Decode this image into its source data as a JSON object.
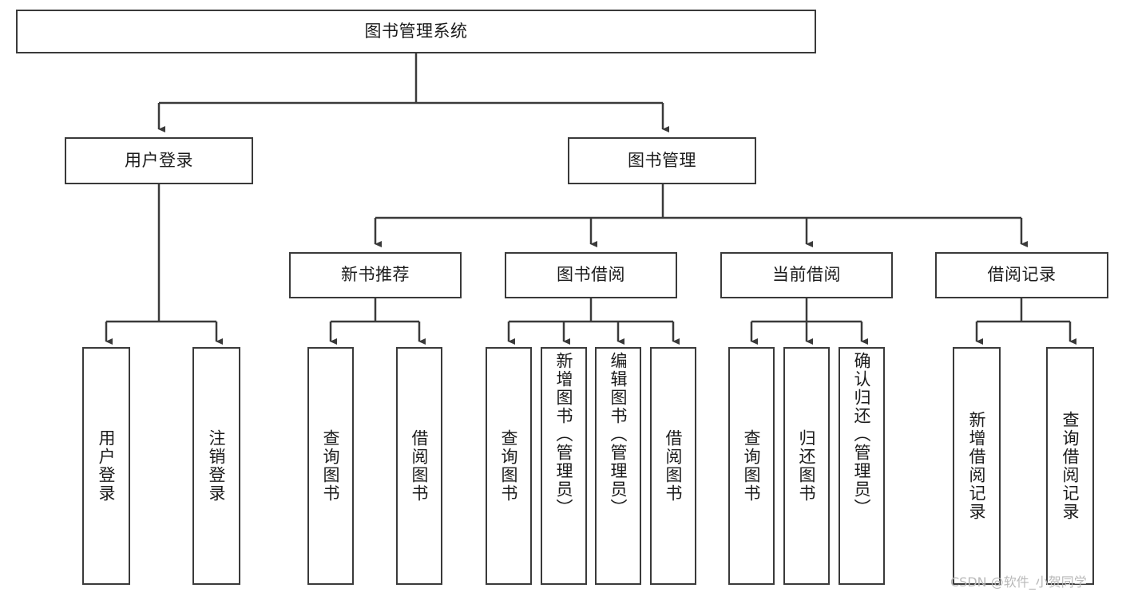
{
  "diagram": {
    "title": "图书管理系统",
    "type": "tree",
    "root": {
      "id": "root",
      "label": "图书管理系统"
    },
    "level2": [
      {
        "id": "user-login",
        "label": "用户登录"
      },
      {
        "id": "book-manage",
        "label": "图书管理"
      }
    ],
    "level3": [
      {
        "id": "new-book-rec",
        "label": "新书推荐",
        "parent": "book-manage"
      },
      {
        "id": "book-borrow",
        "label": "图书借阅",
        "parent": "book-manage"
      },
      {
        "id": "current-borrow",
        "label": "当前借阅",
        "parent": "book-manage"
      },
      {
        "id": "borrow-record",
        "label": "借阅记录",
        "parent": "book-manage"
      }
    ],
    "leaves": [
      {
        "id": "leaf-user-login",
        "label": "用户登录",
        "parent": "user-login"
      },
      {
        "id": "leaf-user-logout",
        "label": "注销登录",
        "parent": "user-login"
      },
      {
        "id": "leaf-rec-query",
        "label": "查询图书",
        "parent": "new-book-rec"
      },
      {
        "id": "leaf-rec-borrow",
        "label": "借阅图书",
        "parent": "new-book-rec"
      },
      {
        "id": "leaf-borrow-query",
        "label": "查询图书",
        "parent": "book-borrow"
      },
      {
        "id": "leaf-borrow-add",
        "label": "新增图书（管理员）",
        "parent": "book-borrow"
      },
      {
        "id": "leaf-borrow-edit",
        "label": "编辑图书（管理员）",
        "parent": "book-borrow"
      },
      {
        "id": "leaf-borrow-lend",
        "label": "借阅图书",
        "parent": "book-borrow"
      },
      {
        "id": "leaf-cur-query",
        "label": "查询图书",
        "parent": "current-borrow"
      },
      {
        "id": "leaf-cur-return",
        "label": "归还图书",
        "parent": "current-borrow"
      },
      {
        "id": "leaf-cur-confirm",
        "label": "确认归还（管理员）",
        "parent": "current-borrow"
      },
      {
        "id": "leaf-rec-add",
        "label": "新增借阅记录",
        "parent": "borrow-record"
      },
      {
        "id": "leaf-rec-query2",
        "label": "查询借阅记录",
        "parent": "borrow-record"
      }
    ]
  },
  "watermark": {
    "text": "CSDN @软件_小贺同学"
  },
  "colors": {
    "stroke": "#3a3a3a",
    "background": "#ffffff",
    "text": "#1b1b1b",
    "watermark": "#b9b9b9"
  }
}
